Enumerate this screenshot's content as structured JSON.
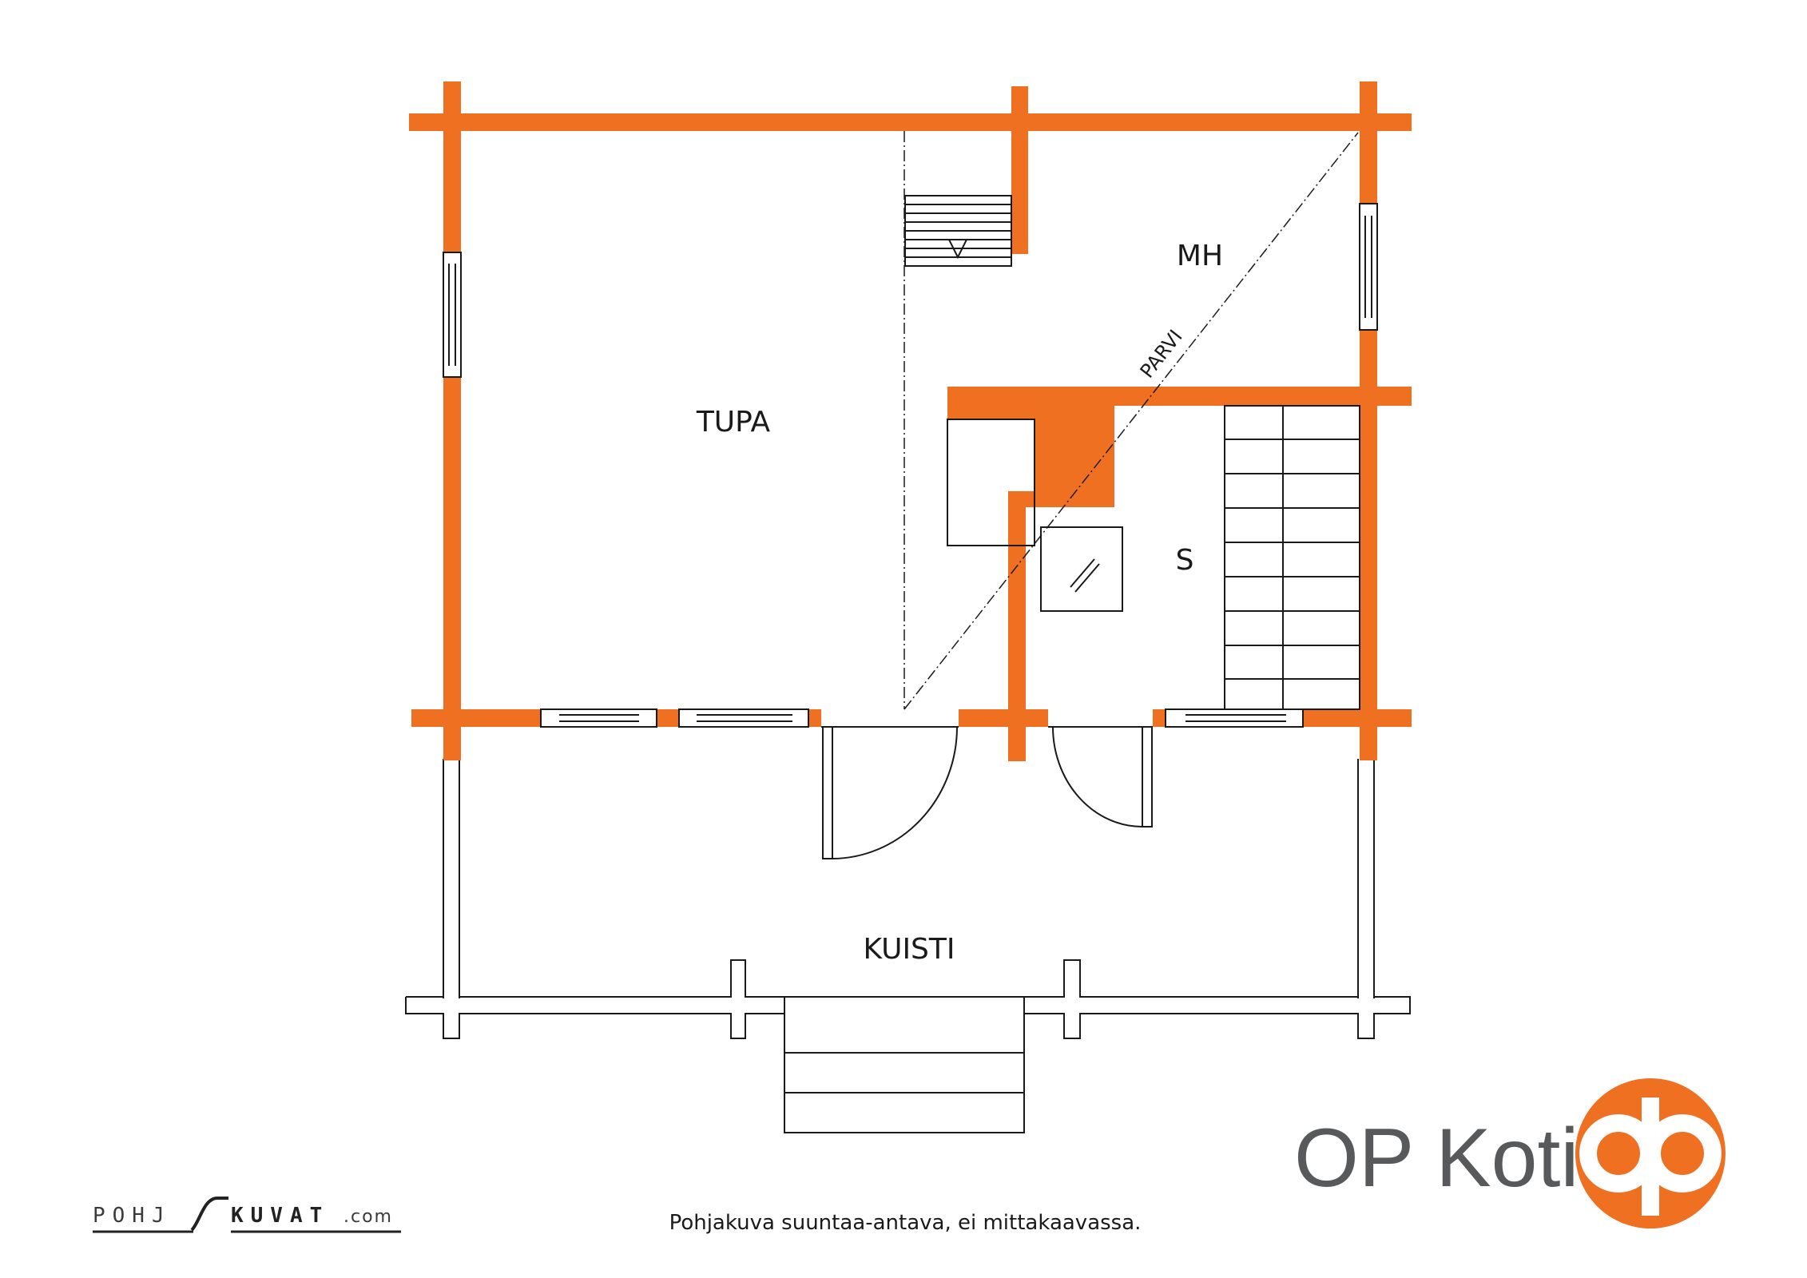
{
  "rooms": {
    "tupa": "TUPA",
    "mh": "MH",
    "parvi": "PARVI",
    "s": "S",
    "kuisti": "KUISTI"
  },
  "caption": "Pohjakuva suuntaa-antava, ei mittakaavassa.",
  "brand": {
    "name": "OP Koti",
    "logo_text": "op"
  },
  "credit": {
    "left": "POHJ",
    "right": "KUVAT",
    "suffix": ".com"
  },
  "colors": {
    "wall": "#f07022",
    "line": "#1a1a1a",
    "brand_gray": "#58595b"
  }
}
